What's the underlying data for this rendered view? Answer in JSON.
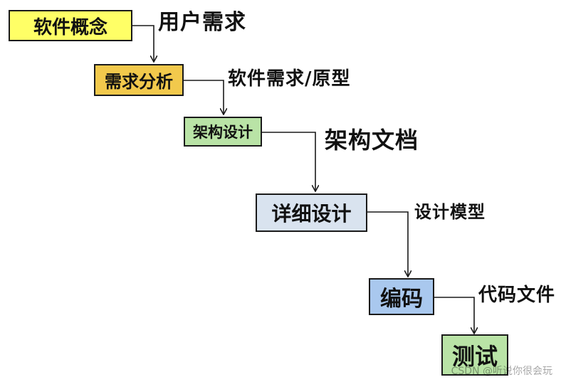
{
  "stages": [
    {
      "label": "软件概念",
      "color": "#ffff66"
    },
    {
      "label": "需求分析",
      "color": "#f2c94c"
    },
    {
      "label": "架构设计",
      "color": "#b9e3a6"
    },
    {
      "label": "详细设计",
      "color": "#d9e3ef"
    },
    {
      "label": "编码",
      "color": "#a9c8ee"
    },
    {
      "label": "测试",
      "color": "#b9e3a6"
    }
  ],
  "outputs": [
    {
      "label": "用户需求"
    },
    {
      "label": "软件需求/原型"
    },
    {
      "label": "架构文档"
    },
    {
      "label": "设计模型"
    },
    {
      "label": "代码文件"
    }
  ],
  "watermark": "CSDN @听说你很会玩"
}
